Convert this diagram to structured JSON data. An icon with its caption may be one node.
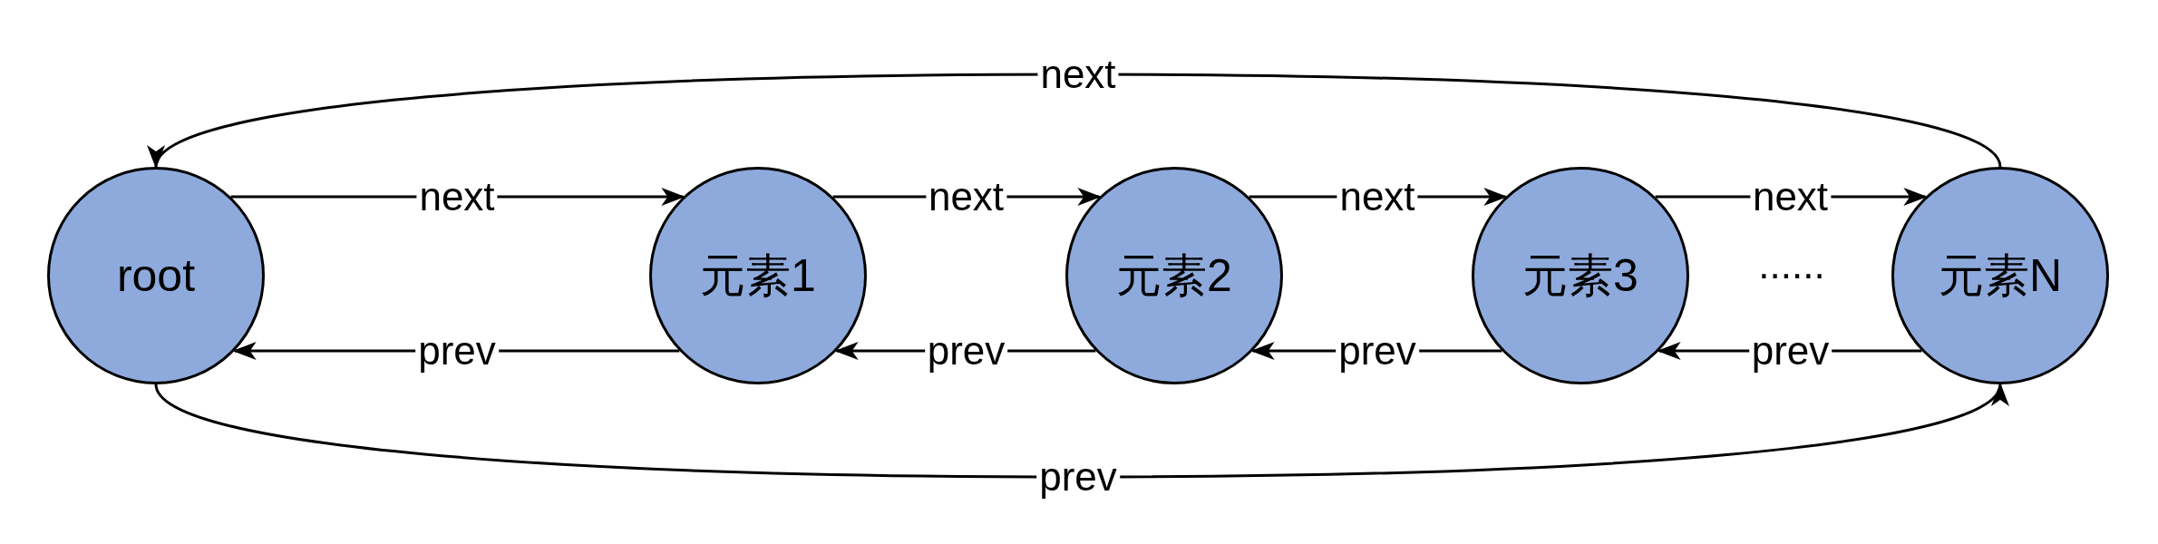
{
  "diagram": {
    "nodes": [
      {
        "text": [
          "root"
        ]
      },
      {
        "text": [
          "元素1"
        ]
      },
      {
        "text": [
          "元素2"
        ]
      },
      {
        "text": [
          "元素3"
        ]
      },
      {
        "text": [
          "元素N"
        ]
      }
    ],
    "edges": [
      {
        "from": 0,
        "to": 1,
        "arrow": "to",
        "label": "next"
      },
      {
        "from": 1,
        "to": 2,
        "arrow": "to",
        "label": "next"
      },
      {
        "from": 2,
        "to": 3,
        "arrow": "to",
        "label": "next"
      },
      {
        "from": 3,
        "to": 4,
        "arrow": "to",
        "label": "next"
      },
      {
        "from": 1,
        "to": 0,
        "arrow": "to",
        "label": "prev"
      },
      {
        "from": 2,
        "to": 1,
        "arrow": "to",
        "label": "prev"
      },
      {
        "from": 3,
        "to": 2,
        "arrow": "to",
        "label": "prev"
      },
      {
        "from": 4,
        "to": 3,
        "arrow": "to",
        "label": "prev"
      },
      {
        "from": 4,
        "to": 0,
        "arrow": "to",
        "label": "next"
      },
      {
        "from": 0,
        "to": 4,
        "arrow": "to",
        "label": "prev"
      }
    ],
    "labels": [
      "......"
    ]
  }
}
